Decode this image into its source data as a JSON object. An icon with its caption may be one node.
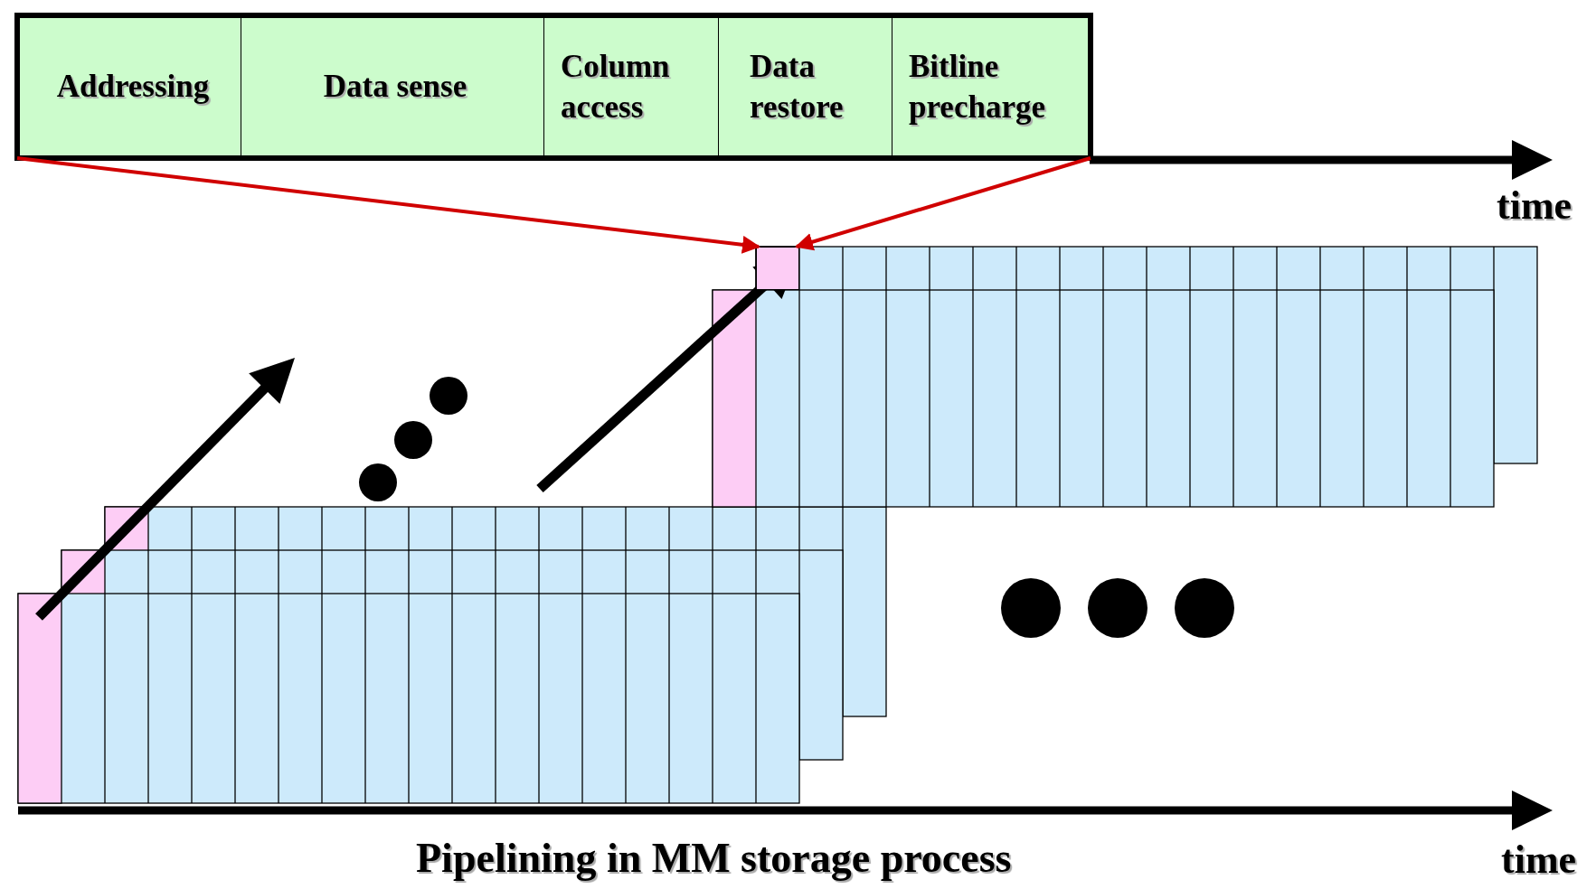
{
  "diagram": {
    "caption": "Pipelining in MM storage process",
    "nodes": [
      {
        "text": [],
        "shape": "box"
      },
      {
        "text": [
          "Addressing"
        ],
        "in": 0
      },
      {
        "text": [
          "Data sense"
        ],
        "in": 0
      },
      {
        "text": [
          "Column access"
        ],
        "in": 0
      },
      {
        "text": [
          "Data restore"
        ],
        "in": 0
      },
      {
        "text": [
          "Bitline precharge"
        ],
        "in": 0
      },
      {
        "text": [],
        "shape": "box"
      }
    ],
    "edges": [
      {
        "from": 0,
        "to": 6,
        "arrow": "to"
      },
      {
        "from": 0,
        "to": 6,
        "arrow": "to"
      }
    ],
    "labels": [
      "time",
      "time"
    ]
  }
}
